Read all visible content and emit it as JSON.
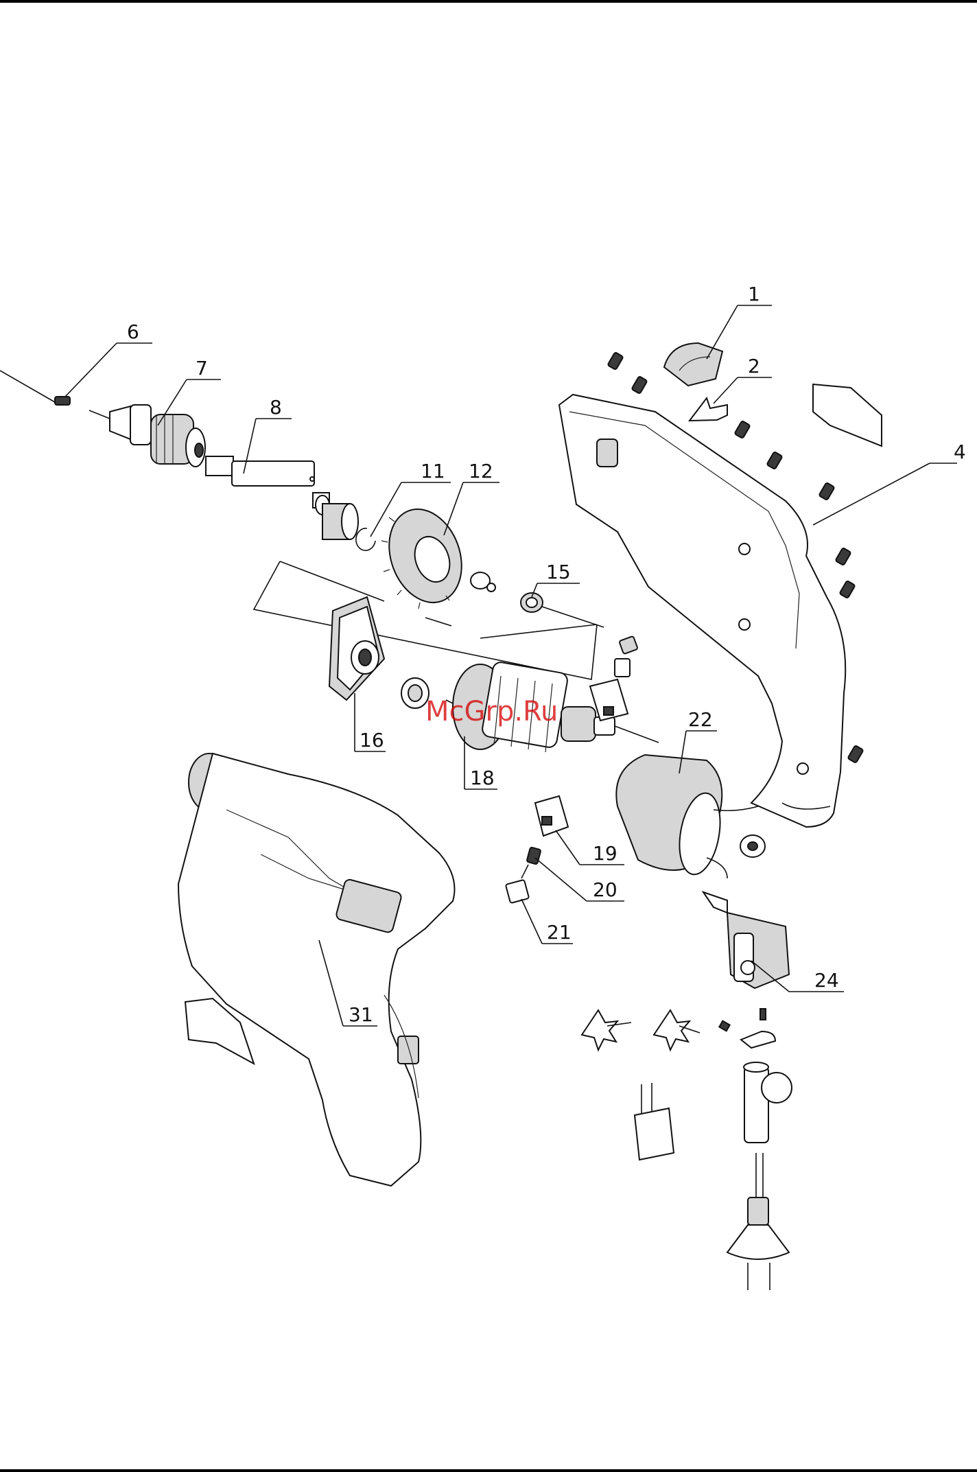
{
  "watermark": "McGrp.Ru",
  "callouts": [
    "1",
    "2",
    "4",
    "6",
    "7",
    "8",
    "11",
    "12",
    "15",
    "16",
    "18",
    "19",
    "20",
    "21",
    "22",
    "24",
    "31"
  ]
}
